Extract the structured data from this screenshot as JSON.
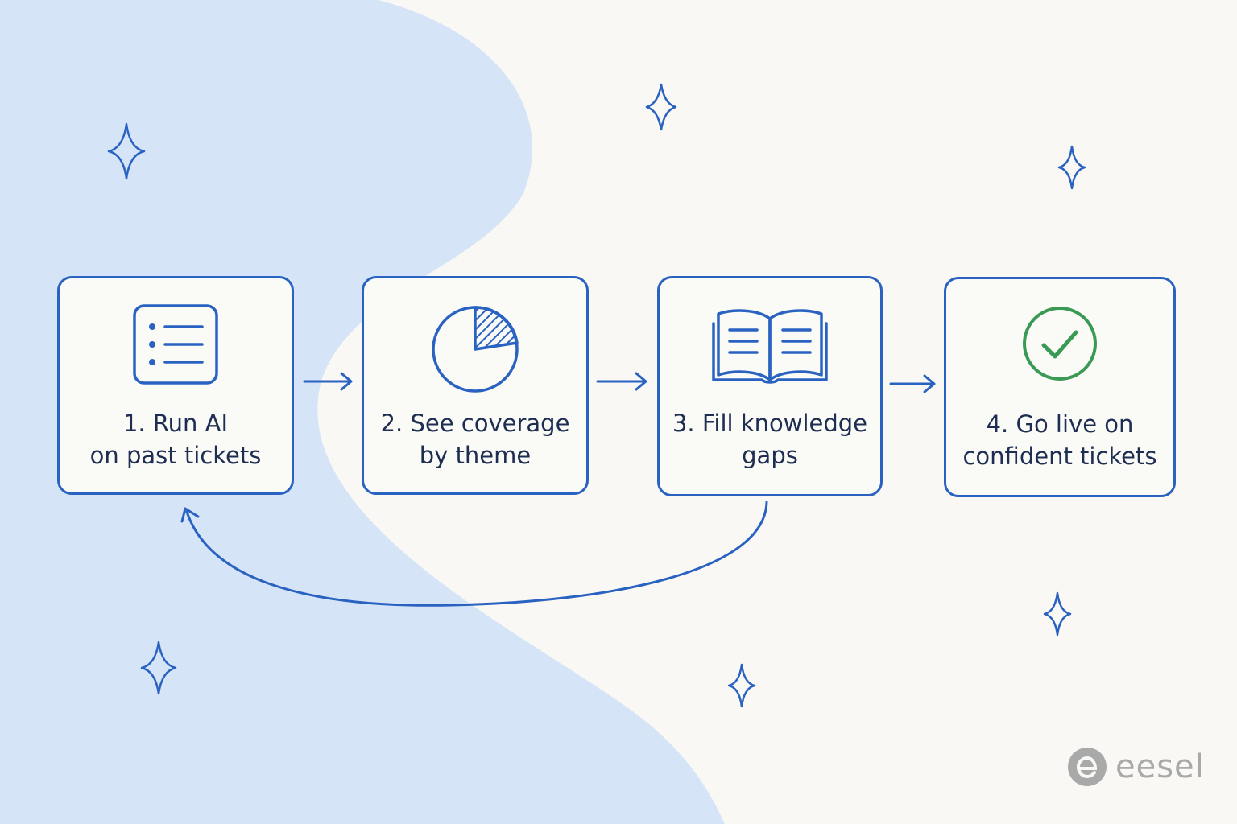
{
  "colors": {
    "background": "#f9f8f4",
    "blob": "#d5e4f6",
    "ink": "#2a62c2",
    "check": "#3a9a55",
    "brand": "#a9a9a9"
  },
  "steps": [
    {
      "label": "1.  Run AI\non past tickets",
      "icon": "list-icon"
    },
    {
      "label": "2. See coverage\nby theme",
      "icon": "pie-chart-icon"
    },
    {
      "label": "3. Fill knowledge\ngaps",
      "icon": "open-book-icon"
    },
    {
      "label": "4.  Go live on\nconfident tickets",
      "icon": "check-circle-icon"
    }
  ],
  "brand": {
    "name": "eesel",
    "icon": "eesel-logo-icon"
  },
  "decorations": [
    "sparkle-icon"
  ]
}
